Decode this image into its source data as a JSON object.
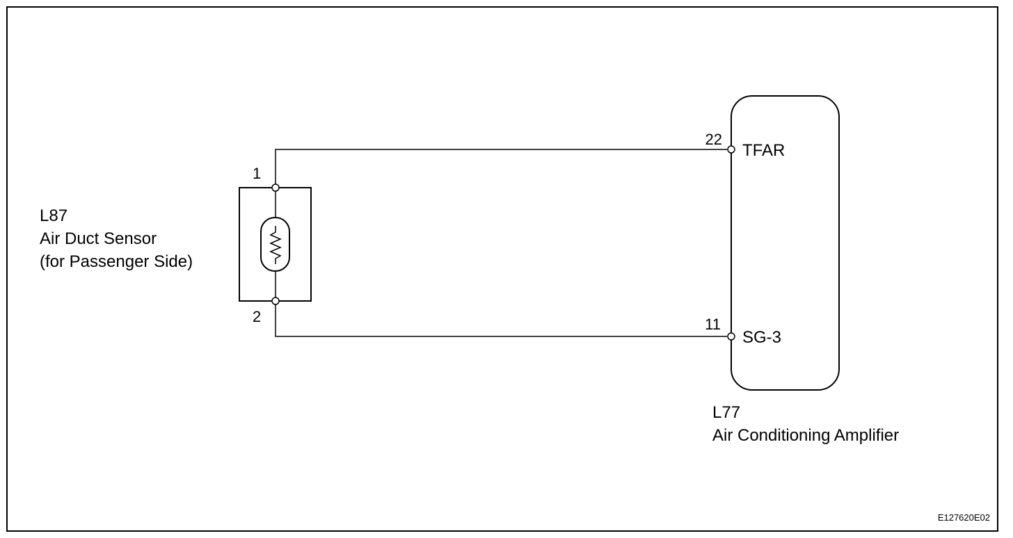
{
  "diagram": {
    "sensor": {
      "code": "L87",
      "name": "Air Duct Sensor",
      "side": "(for Passenger Side)",
      "pin_top": "1",
      "pin_bottom": "2"
    },
    "amplifier": {
      "code": "L77",
      "name": "Air Conditioning Amplifier",
      "pins": [
        {
          "number": "22",
          "signal": "TFAR"
        },
        {
          "number": "11",
          "signal": "SG-3"
        }
      ]
    },
    "figure_id": "E127620E02"
  }
}
